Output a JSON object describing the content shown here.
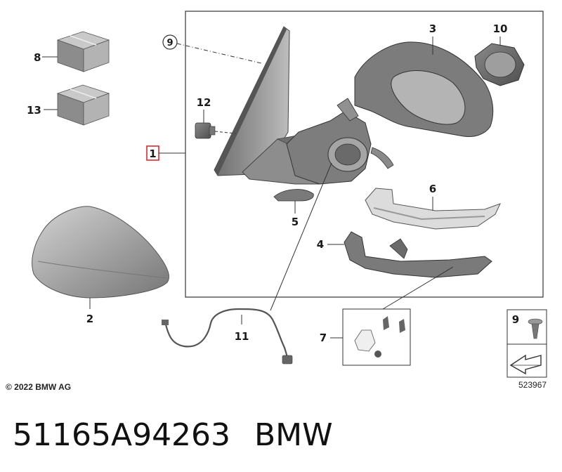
{
  "callouts": {
    "c1": "1",
    "c2": "2",
    "c3": "3",
    "c4": "4",
    "c5": "5",
    "c6": "6",
    "c7": "7",
    "c8": "8",
    "c9": "9",
    "c10": "10",
    "c11": "11",
    "c12": "12",
    "c13": "13"
  },
  "legend": {
    "screw_label": "9"
  },
  "copyright": "© 2022 BMW AG",
  "diagram_id": "523967",
  "part_number": "51165A94263",
  "brand": "BMW",
  "colors": {
    "highlight": "#e0282e",
    "part_fill": "#9a9a9a",
    "line": "#333333"
  }
}
